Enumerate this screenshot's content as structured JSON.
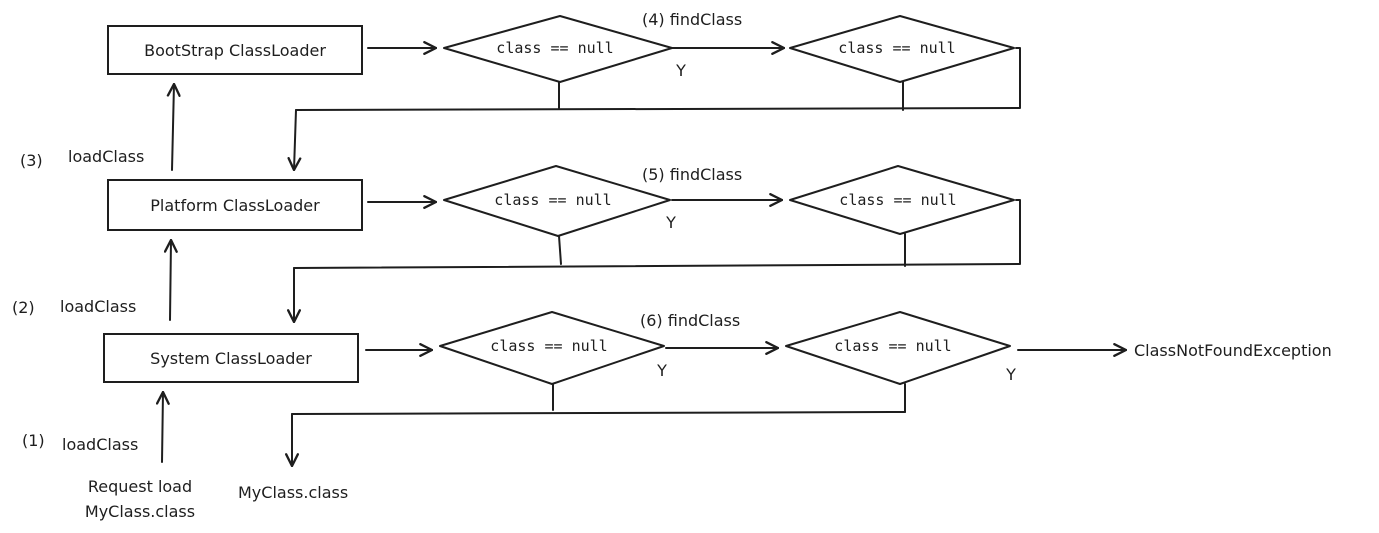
{
  "loaders": {
    "bootstrap": "BootStrap ClassLoader",
    "platform": "Platform ClassLoader",
    "system": "System ClassLoader"
  },
  "conditions": {
    "bootstrap_check": "class == null",
    "bootstrap_find_check": "class == null",
    "platform_check": "class == null",
    "platform_find_check": "class == null",
    "system_check": "class == null",
    "system_find_check": "class == null"
  },
  "steps": {
    "step1_num": "(1)",
    "step1_label": "loadClass",
    "step2_num": "(2)",
    "step2_label": "loadClass",
    "step3_num": "(3)",
    "step3_label": "loadClass",
    "step4": "(4) findClass",
    "step5": "(5) findClass",
    "step6": "(6) findClass"
  },
  "branch_labels": {
    "y_bootstrap": "Y",
    "y_platform": "Y",
    "y_system": "Y",
    "y_system_find": "Y"
  },
  "request": {
    "line1": "Request load",
    "line2": "MyClass.class"
  },
  "result": "MyClass.class",
  "exception": "ClassNotFoundException"
}
